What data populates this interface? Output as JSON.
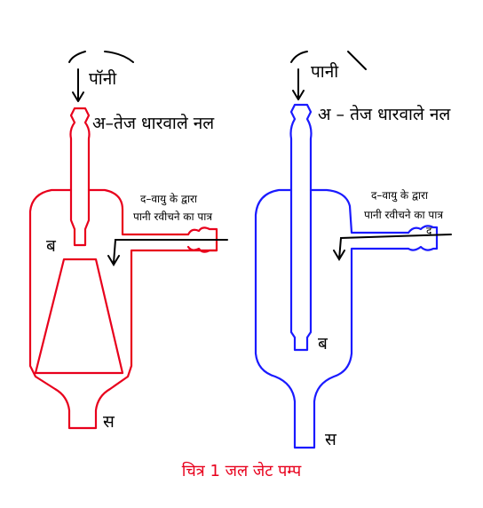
{
  "left_pump": {
    "water_label": "पॉनी",
    "nozzle_label": "अ–तेज धारवाले नल",
    "side_label_line1": "द–वायु के द्वारा",
    "side_label_line2": "पानी रवीचने का पात्र",
    "chamber_label": "ब",
    "outlet_label": "स"
  },
  "right_pump": {
    "water_label": "पानी",
    "nozzle_label": "अ – तेज धारवाले नल",
    "side_label_line1": "द–वायु के द्वारा",
    "side_label_line2": "पानी रवीचने का पात्र",
    "side_marker": "द",
    "chamber_label": "ब",
    "outlet_label": "स"
  },
  "caption": "चित्र 1 जल जेट पम्प",
  "colors": {
    "left": "#e8001c",
    "right": "#1a1aff",
    "caption": "#e8001c",
    "ink": "#000000"
  }
}
